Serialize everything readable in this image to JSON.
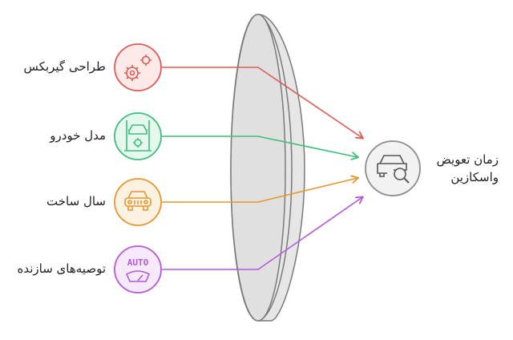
{
  "inputs": [
    {
      "label": "طراحی گیربکس",
      "icon": "gears-icon",
      "color": "#e05a55",
      "fill": "#fce9e8"
    },
    {
      "label": "مدل خودرو",
      "icon": "car-lift-icon",
      "color": "#3cbf7a",
      "fill": "#e6f7ee"
    },
    {
      "label": "سال ساخت",
      "icon": "vintage-car-icon",
      "color": "#e8962e",
      "fill": "#fdf1e2"
    },
    {
      "label": "توصیه‌های سازنده",
      "icon": "auto-wiper-icon",
      "color": "#b45ad9",
      "fill": "#f5e9fb",
      "icon_text": "AUTO"
    }
  ],
  "output": {
    "label_line1": "زمان تعویض",
    "label_line2": "واسکازین",
    "icon": "car-search-icon",
    "color": "#8c8c8c",
    "fill": "#f2f2f2"
  },
  "lens": {
    "icon": "lens-shape",
    "fill": "#e6e6e6",
    "stroke": "#7a7a7a"
  }
}
